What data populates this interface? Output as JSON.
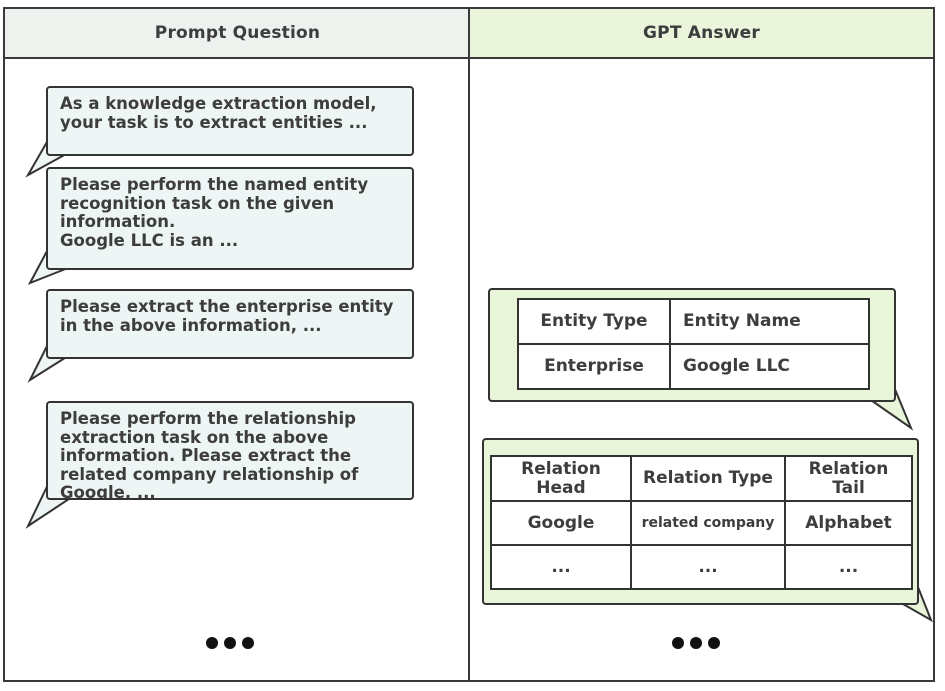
{
  "headers": {
    "left": "Prompt Question",
    "right": "GPT Answer"
  },
  "prompts": [
    "As a knowledge extraction model,\nyour task is to extract entities ...",
    "Please perform the named entity\nrecognition task on the given\ninformation.\nGoogle LLC is an ...",
    "Please extract the enterprise entity\nin the above information, ...",
    "Please perform the relationship\nextraction task on the above\ninformation. Please extract the\nrelated company relationship of\nGoogle, ..."
  ],
  "entity_table": {
    "headers": [
      "Entity Type",
      "Entity Name"
    ],
    "rows": [
      [
        "Enterprise",
        "Google LLC"
      ]
    ]
  },
  "relation_table": {
    "headers": [
      "Relation\nHead",
      "Relation Type",
      "Relation\nTail"
    ],
    "rows": [
      [
        "Google",
        "related company",
        "Alphabet"
      ],
      [
        "...",
        "...",
        "..."
      ]
    ]
  }
}
